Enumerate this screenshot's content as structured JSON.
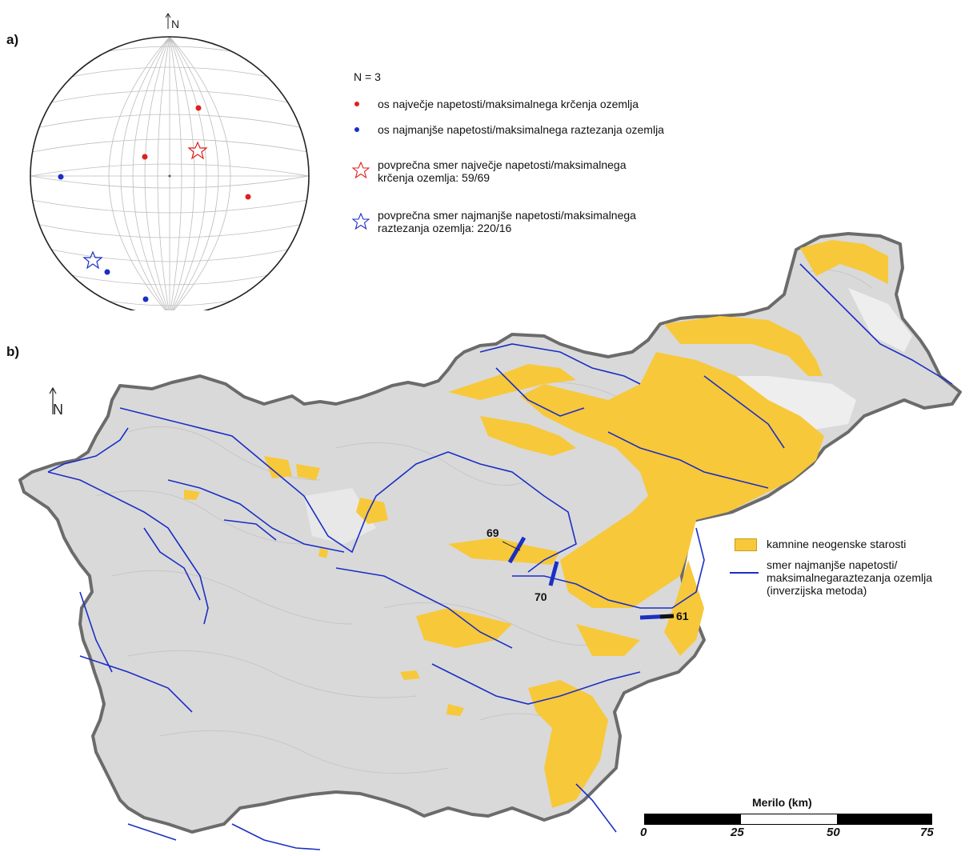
{
  "panel_a": {
    "label": "a)",
    "north_label": "N",
    "legend": {
      "count": "N = 3",
      "items": [
        {
          "symbol": "red-dot",
          "text": "os največje napetosti/maksimalnega krčenja ozemlja"
        },
        {
          "symbol": "blue-dot",
          "text": "os najmanjše napetosti/maksimalnega raztezanja ozemlja"
        },
        {
          "symbol": "red-star",
          "text_line1": "povprečna smer največje napetosti/maksimalnega",
          "text_line2": "krčenja ozemlja: 59/69"
        },
        {
          "symbol": "blue-star",
          "text_line1": "povprečna smer najmanjše napetosti/maksimalnega",
          "text_line2": "raztezanja ozemlja: 220/16"
        }
      ]
    },
    "colors": {
      "red": "#e0201c",
      "blue": "#1b2fc4"
    }
  },
  "panel_b": {
    "label": "b)",
    "north_label": "N",
    "legend": {
      "neogene": "kamnine neogenske starosti",
      "direction_line1": "smer najmanjše napetosti/",
      "direction_line2": "maksimalnegaraztezanja ozemlja",
      "direction_line3": "(inverzijska metoda)"
    },
    "measurements": [
      {
        "value": "69"
      },
      {
        "value": "70"
      },
      {
        "value": "61"
      }
    ],
    "scale": {
      "title": "Merilo (km)",
      "ticks": [
        "0",
        "25",
        "50",
        "75"
      ]
    },
    "colors": {
      "neogene": "#f7c83a",
      "river": "#1b2fc4",
      "border": "#6b6b6b",
      "relief": "#d9d9d9"
    }
  }
}
